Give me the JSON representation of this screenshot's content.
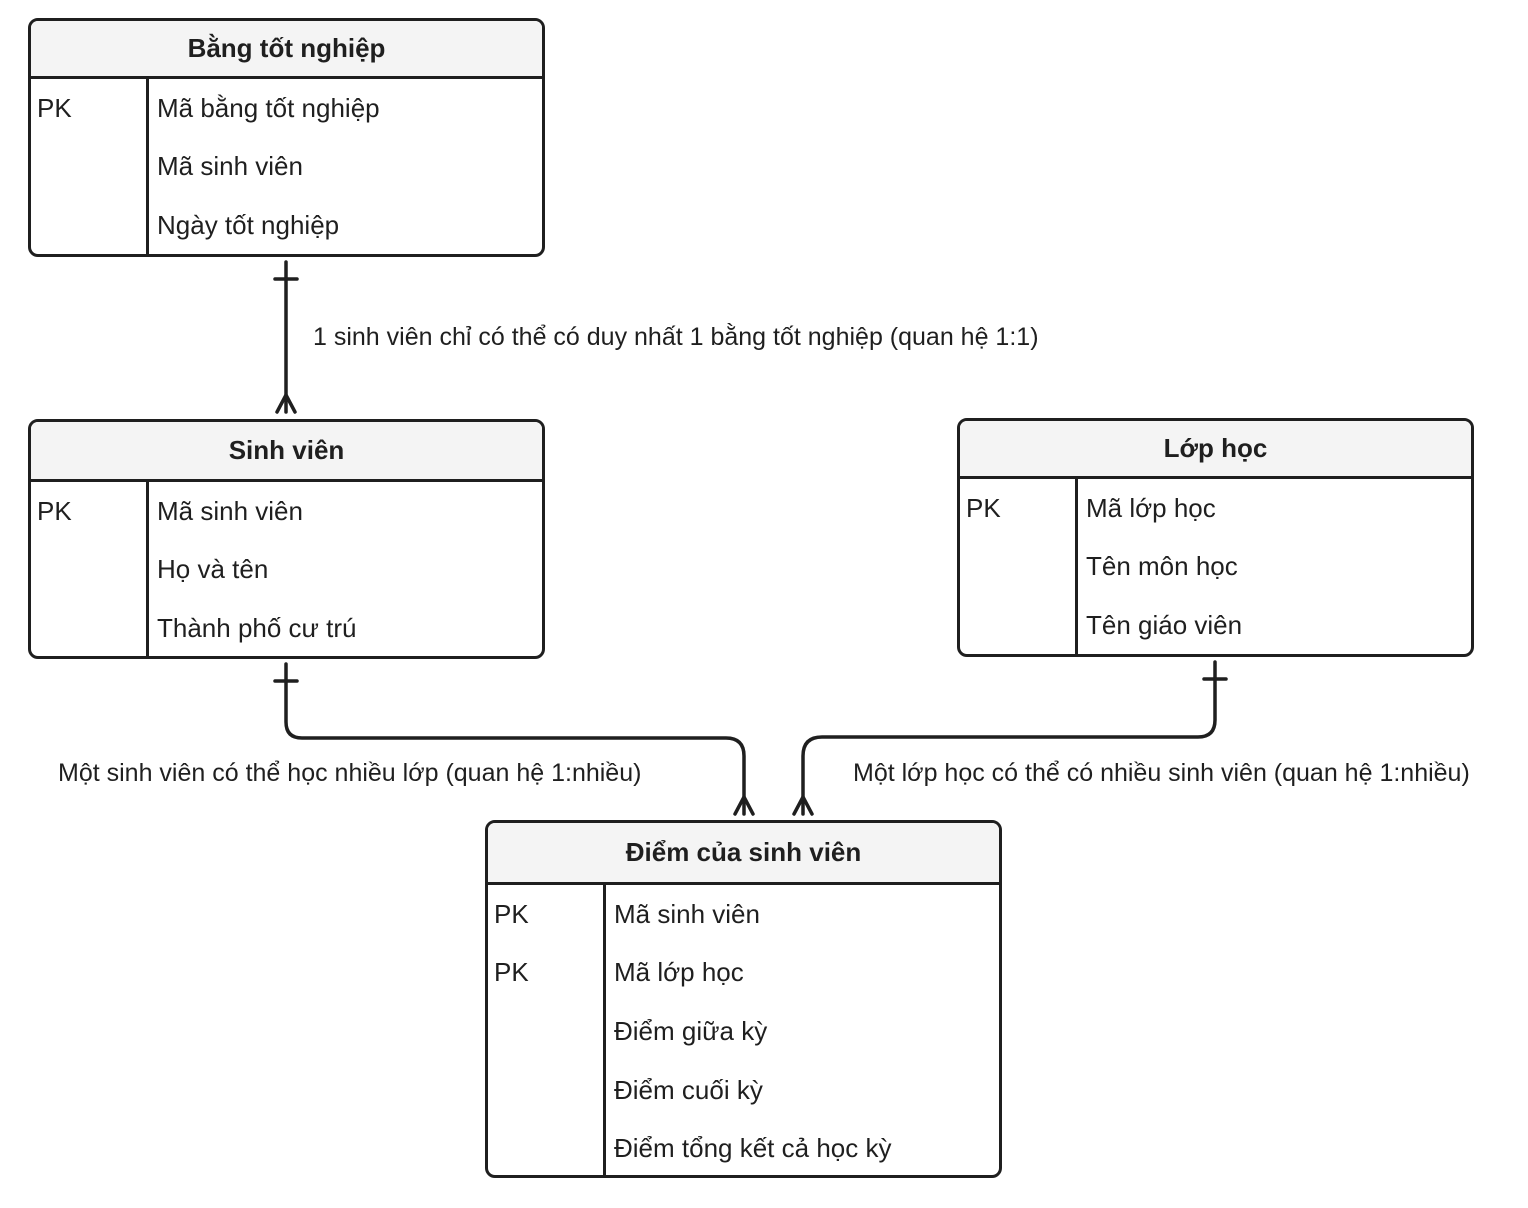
{
  "entities": {
    "graduation": {
      "title": "Bằng tốt nghiệp",
      "attributes": [
        {
          "key": "PK",
          "name": "Mã bằng tốt nghiệp"
        },
        {
          "key": "",
          "name": "Mã sinh viên"
        },
        {
          "key": "",
          "name": "Ngày tốt nghiệp"
        }
      ]
    },
    "student": {
      "title": "Sinh viên",
      "attributes": [
        {
          "key": "PK",
          "name": "Mã sinh viên"
        },
        {
          "key": "",
          "name": "Họ và tên"
        },
        {
          "key": "",
          "name": "Thành phố cư trú"
        }
      ]
    },
    "class": {
      "title": "Lớp học",
      "attributes": [
        {
          "key": "PK",
          "name": "Mã lớp học"
        },
        {
          "key": "",
          "name": "Tên môn học"
        },
        {
          "key": "",
          "name": "Tên giáo viên"
        }
      ]
    },
    "grade": {
      "title": "Điểm của sinh viên",
      "attributes": [
        {
          "key": "PK",
          "name": "Mã sinh viên"
        },
        {
          "key": "PK",
          "name": "Mã lớp học"
        },
        {
          "key": "",
          "name": "Điểm giữa kỳ"
        },
        {
          "key": "",
          "name": "Điểm cuối kỳ"
        },
        {
          "key": "",
          "name": "Điểm tổng kết cả học kỳ"
        }
      ]
    }
  },
  "relationships": {
    "graduation_student": "1 sinh viên chỉ có thể có duy nhất 1 bằng tốt nghiệp (quan hệ 1:1)",
    "student_grade": "Một sinh viên có thể học nhiều lớp (quan hệ 1:nhiều)",
    "class_grade": "Một lớp học có thể có nhiều sinh viên (quan hệ 1:nhiều)"
  }
}
